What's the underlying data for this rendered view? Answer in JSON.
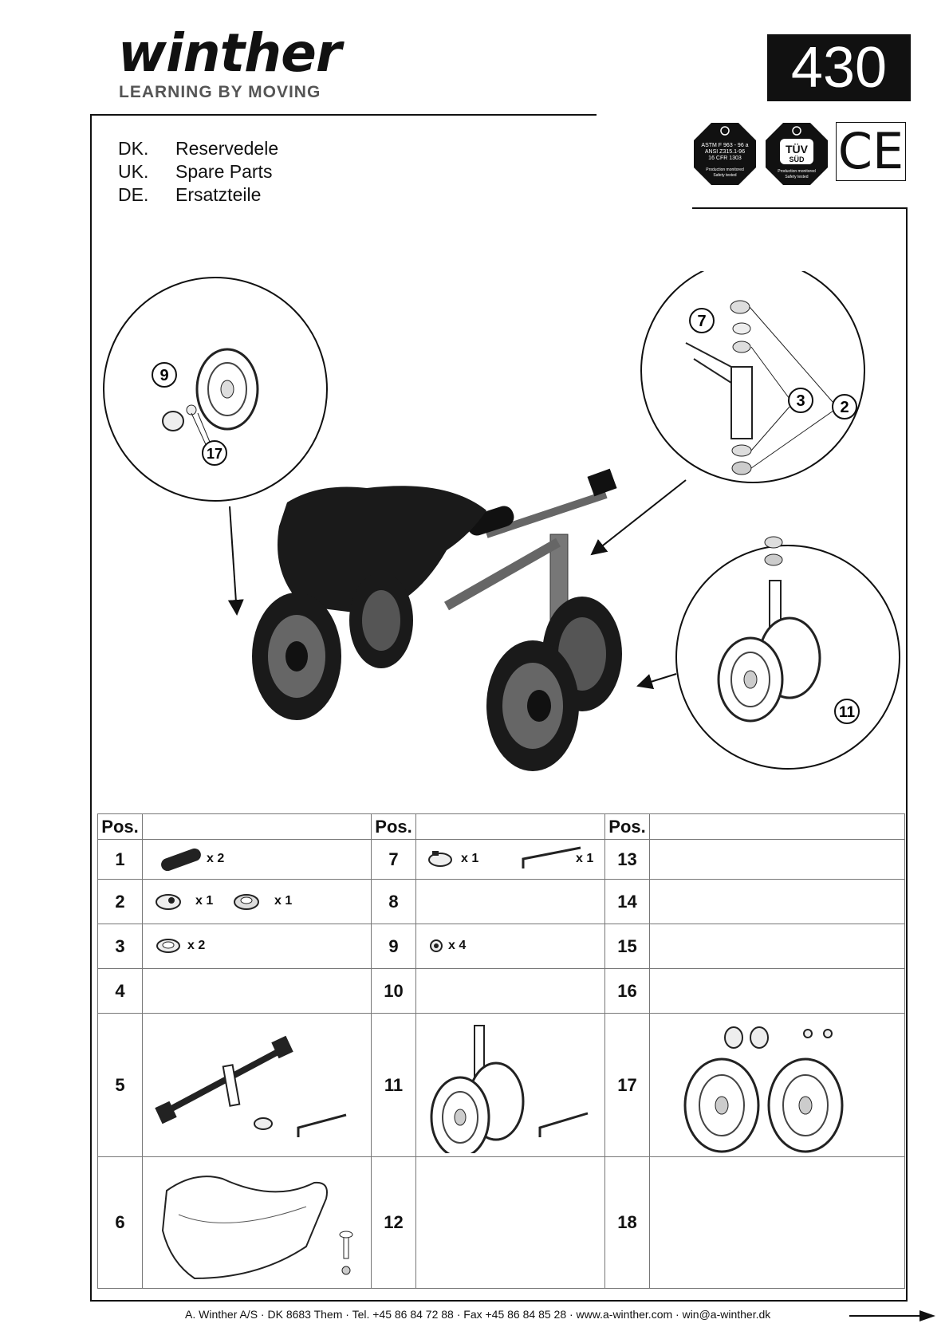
{
  "brand": {
    "name": "winther",
    "tagline": "LEARNING BY MOVING"
  },
  "model_number": "430",
  "certifications": {
    "astm_text": [
      "ASTM F 963 - 96 a",
      "ANSI Z315.1-96",
      "16 CFR 1303"
    ],
    "astm_sub": [
      "Production monitored",
      "Safety tested"
    ],
    "tuv_text": [
      "TÜV",
      "SÜD"
    ],
    "tuv_sub": [
      "Production monitored",
      "Safety tested"
    ],
    "ce_mark": "CE"
  },
  "languages": [
    {
      "code": "DK.",
      "title": "Reservedele"
    },
    {
      "code": "UK.",
      "title": "Spare Parts"
    },
    {
      "code": "DE.",
      "title": "Ersatzteile"
    }
  ],
  "callouts": {
    "c9": "9",
    "c17": "17",
    "c7": "7",
    "c3": "3",
    "c2": "2",
    "c11": "11"
  },
  "table": {
    "header": "Pos.",
    "rows": [
      [
        {
          "pos": "1",
          "qty": [
            "x 2"
          ]
        },
        {
          "pos": "7",
          "qty": [
            "x 1",
            "x 1"
          ]
        },
        {
          "pos": "13",
          "qty": []
        }
      ],
      [
        {
          "pos": "2",
          "qty": [
            "x 1",
            "x 1"
          ]
        },
        {
          "pos": "8",
          "qty": []
        },
        {
          "pos": "14",
          "qty": []
        }
      ],
      [
        {
          "pos": "3",
          "qty": [
            "x 2"
          ]
        },
        {
          "pos": "9",
          "qty": [
            "x 4"
          ]
        },
        {
          "pos": "15",
          "qty": []
        }
      ],
      [
        {
          "pos": "4",
          "qty": []
        },
        {
          "pos": "10",
          "qty": []
        },
        {
          "pos": "16",
          "qty": []
        }
      ],
      [
        {
          "pos": "5",
          "qty": []
        },
        {
          "pos": "11",
          "qty": []
        },
        {
          "pos": "17",
          "qty": []
        }
      ],
      [
        {
          "pos": "6",
          "qty": []
        },
        {
          "pos": "12",
          "qty": []
        },
        {
          "pos": "18",
          "qty": []
        }
      ]
    ]
  },
  "footer": "A. Winther A/S · DK 8683 Them · Tel. +45 86 84 72 88 · Fax +45 86 84 85 28 · www.a-winther.com · win@a-winther.dk"
}
